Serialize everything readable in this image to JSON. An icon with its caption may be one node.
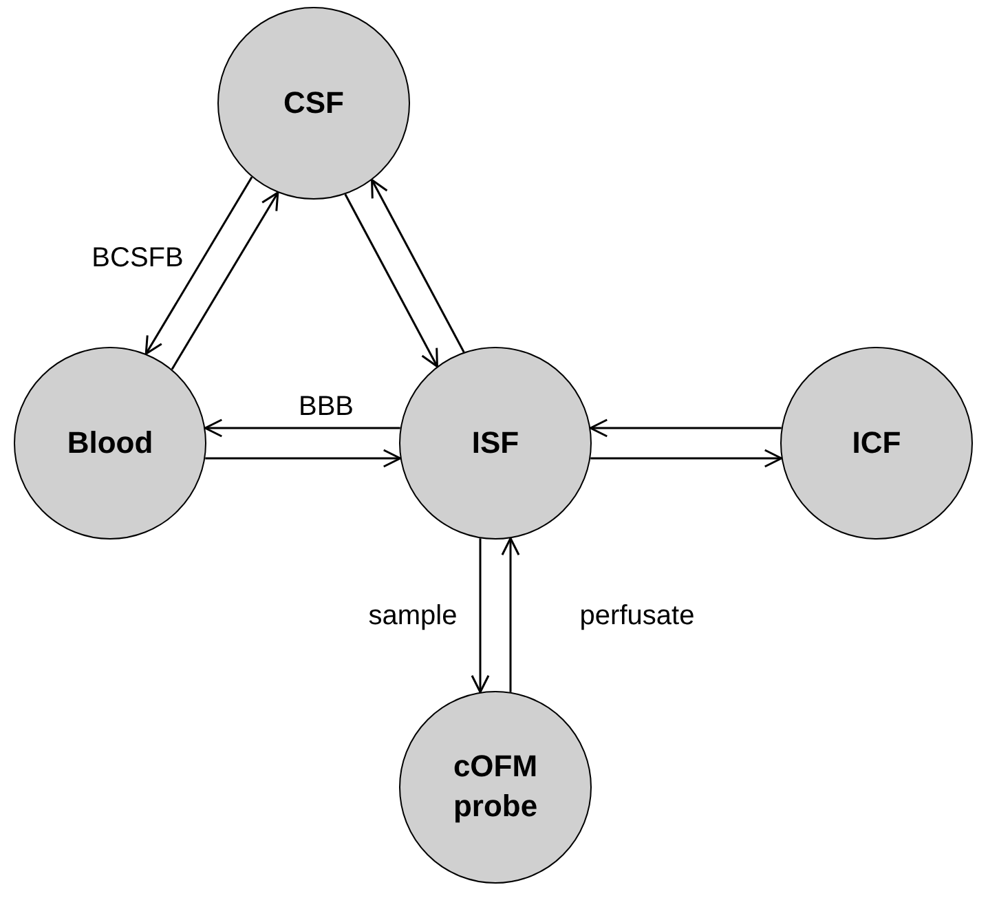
{
  "diagram": {
    "nodes": [
      {
        "text": [
          "CSF"
        ]
      },
      {
        "text": [
          "Blood"
        ]
      },
      {
        "text": [
          "ISF"
        ]
      },
      {
        "text": [
          "ICF"
        ]
      },
      {
        "text": [
          "cOFM probe"
        ]
      }
    ],
    "edges": [
      {
        "from": 0,
        "to": 1,
        "arrow": "to",
        "label": "BCSFB"
      },
      {
        "from": 1,
        "to": 0,
        "arrow": "to"
      },
      {
        "from": 0,
        "to": 2,
        "arrow": "to"
      },
      {
        "from": 2,
        "to": 0,
        "arrow": "to"
      },
      {
        "from": 2,
        "to": 1,
        "arrow": "to",
        "label": "BBB"
      },
      {
        "from": 1,
        "to": 2,
        "arrow": "to"
      },
      {
        "from": 3,
        "to": 2,
        "arrow": "to"
      },
      {
        "from": 2,
        "to": 3,
        "arrow": "to"
      },
      {
        "from": 2,
        "to": 4,
        "arrow": "to",
        "label": "sample"
      },
      {
        "from": 4,
        "to": 2,
        "arrow": "to",
        "label": "perfusate"
      }
    ]
  }
}
